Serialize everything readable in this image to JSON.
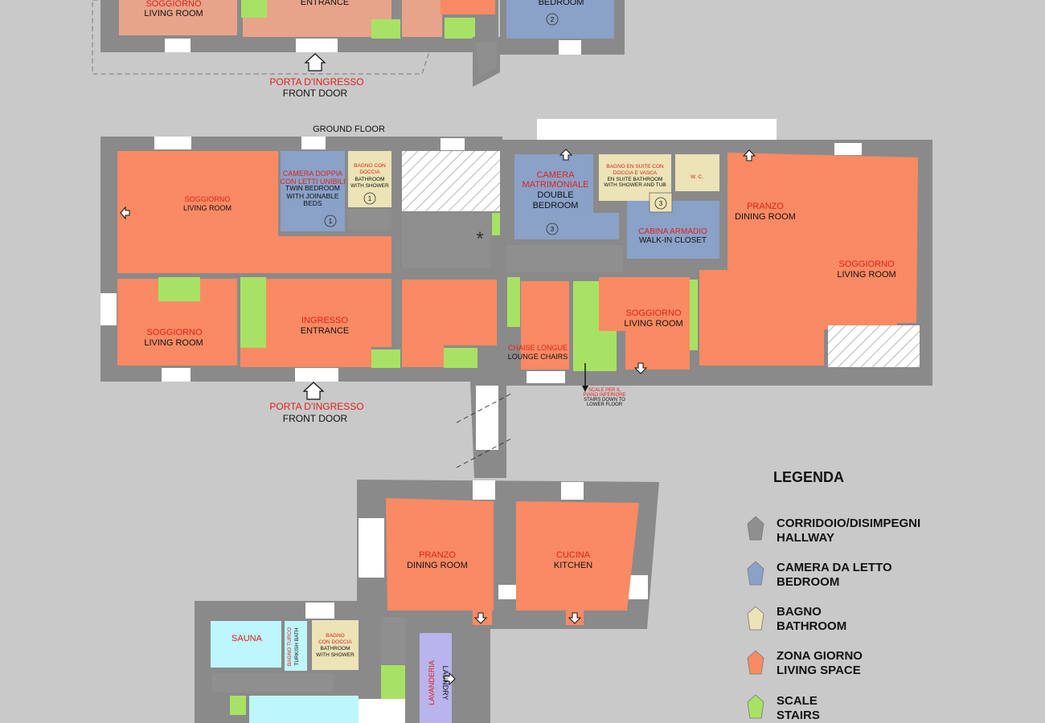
{
  "colors": {
    "hallway": "#8f8f8f",
    "bedroom": "#8aa1c8",
    "bathroom": "#ece3b6",
    "living": "#fa8a63",
    "stairs": "#a8e264",
    "wall": "#8a8a8a",
    "laundry": "#b9b4ec",
    "sauna": "#bdf6fb",
    "label_red": "#e0211b"
  },
  "top_area": {
    "living_it": "SOGGIORNO",
    "living_en": "LIVING ROOM",
    "entrance_en": "ENTRANCE",
    "bedroom_en": "BEDROOM",
    "bedroom_beds": "2",
    "door_it": "PORTA D'INGRESSO",
    "door_en": "FRONT DOOR"
  },
  "ground_floor": {
    "title": "GROUND FLOOR",
    "rooms": {
      "living_left_it": "SOGGIORNO",
      "living_left_en": "LIVING ROOM",
      "twin_it_1": "CAMERA DOPPIA",
      "twin_it_2": "CON LETTI UNIBILI",
      "twin_en_1": "TWIN BEDROOM",
      "twin_en_2": "WITH JOINABLE",
      "twin_en_3": "BEDS",
      "twin_beds": "1",
      "bath_it_1": "BAGNO CON",
      "bath_it_2": "DOCCIA",
      "bath_en_1": "BATHROOM",
      "bath_en_2": "WITH SHOWER",
      "bath_num": "1",
      "soggiorno_small_it": "SOGGIORNO",
      "soggiorno_small_en": "LIVING ROOM",
      "entrance_it": "INGRESSO",
      "entrance_en": "ENTRANCE",
      "asterisk": "*",
      "master_it_1": "CAMERA",
      "master_it_2": "MATRIMONIALE",
      "master_en_1": "DOUBLE",
      "master_en_2": "BEDROOM",
      "master_beds": "3",
      "ensuite_it_1": "BAGNO EN SUITE CON",
      "ensuite_it_2": "DOCCIA E VASCA",
      "ensuite_en_1": "EN SUITE BATHROOM",
      "ensuite_en_2": "WITH SHOWER AND TUB",
      "ensuite_num": "3",
      "wc": "W. C.",
      "closet_it": "CABINA ARMADIO",
      "closet_en": "WALK-IN CLOSET",
      "dining_right_it": "PRANZO",
      "dining_right_en": "DINING ROOM",
      "living_right_it": "SOGGIORNO",
      "living_right_en": "LIVING ROOM",
      "chaise_it": "CHAISE LONGUE",
      "chaise_en": "LOUNGE CHAIRS",
      "living_mid_it": "SOGGIORNO",
      "living_mid_en": "LIVING ROOM",
      "stairs_it_1": "SCALE PER IL",
      "stairs_it_2": "PIANO INFERIORE",
      "stairs_en_1": "STAIRS DOWN TO",
      "stairs_en_2": "LOWER FLOOR"
    },
    "door_it": "PORTA D'INGRESSO",
    "door_en": "FRONT DOOR"
  },
  "lower_block": {
    "dining_it": "PRANZO",
    "dining_en": "DINING ROOM",
    "kitchen_it": "CUCINA",
    "kitchen_en": "KITCHEN",
    "sauna": "SAUNA",
    "turkish_it_1": "BAGNO TURCO",
    "turkish_en": "TURKISH BATH",
    "bath_it_1": "BAGNO",
    "bath_it_2": "CON DOCCIA",
    "bath_en_1": "BATHROOM",
    "bath_en_2": "WITH SHOWER",
    "laundry_it": "LAVANDERIA",
    "laundry_en": "LAUNDRY"
  },
  "legend": {
    "title": "LEGENDA",
    "items": [
      {
        "it": "CORRIDOIO/DISIMPEGNI",
        "en": "HALLWAY",
        "color": "#8f8f8f"
      },
      {
        "it": "CAMERA DA LETTO",
        "en": "BEDROOM",
        "color": "#8aa1c8"
      },
      {
        "it": "BAGNO",
        "en": "BATHROOM",
        "color": "#ece3b6"
      },
      {
        "it": "ZONA GIORNO",
        "en": "LIVING SPACE",
        "color": "#fa8a63"
      },
      {
        "it": "SCALE",
        "en": "STAIRS",
        "color": "#a8e264"
      }
    ]
  }
}
